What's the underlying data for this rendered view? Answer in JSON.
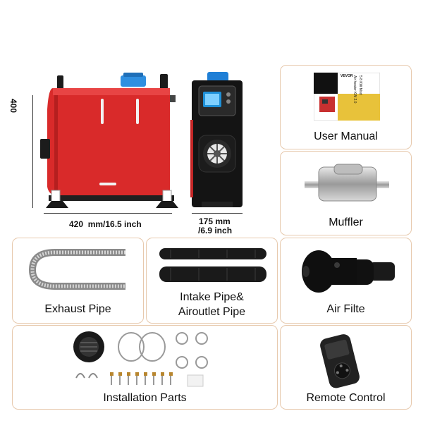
{
  "product": {
    "width_dimension": "420  mm/16.5 inch",
    "depth_dimension_line1": "175 mm",
    "depth_dimension_line2": "/6.9 inch",
    "height_dimension": "400"
  },
  "accessories": [
    {
      "label": "User Manual"
    },
    {
      "label": "Muffler"
    },
    {
      "label": "Exhaust Pipe"
    },
    {
      "label_line1": "Intake Pipe&",
      "label_line2": "Airoutlet Pipe"
    },
    {
      "label": "Air Filte"
    },
    {
      "label": "Installation Parts"
    },
    {
      "label": "Remote Control"
    }
  ],
  "manual_cover_text": {
    "brand": "VEVOR",
    "title_line1": "Air heater KW 2.0",
    "title_line2": "5 8 KW Mod"
  }
}
